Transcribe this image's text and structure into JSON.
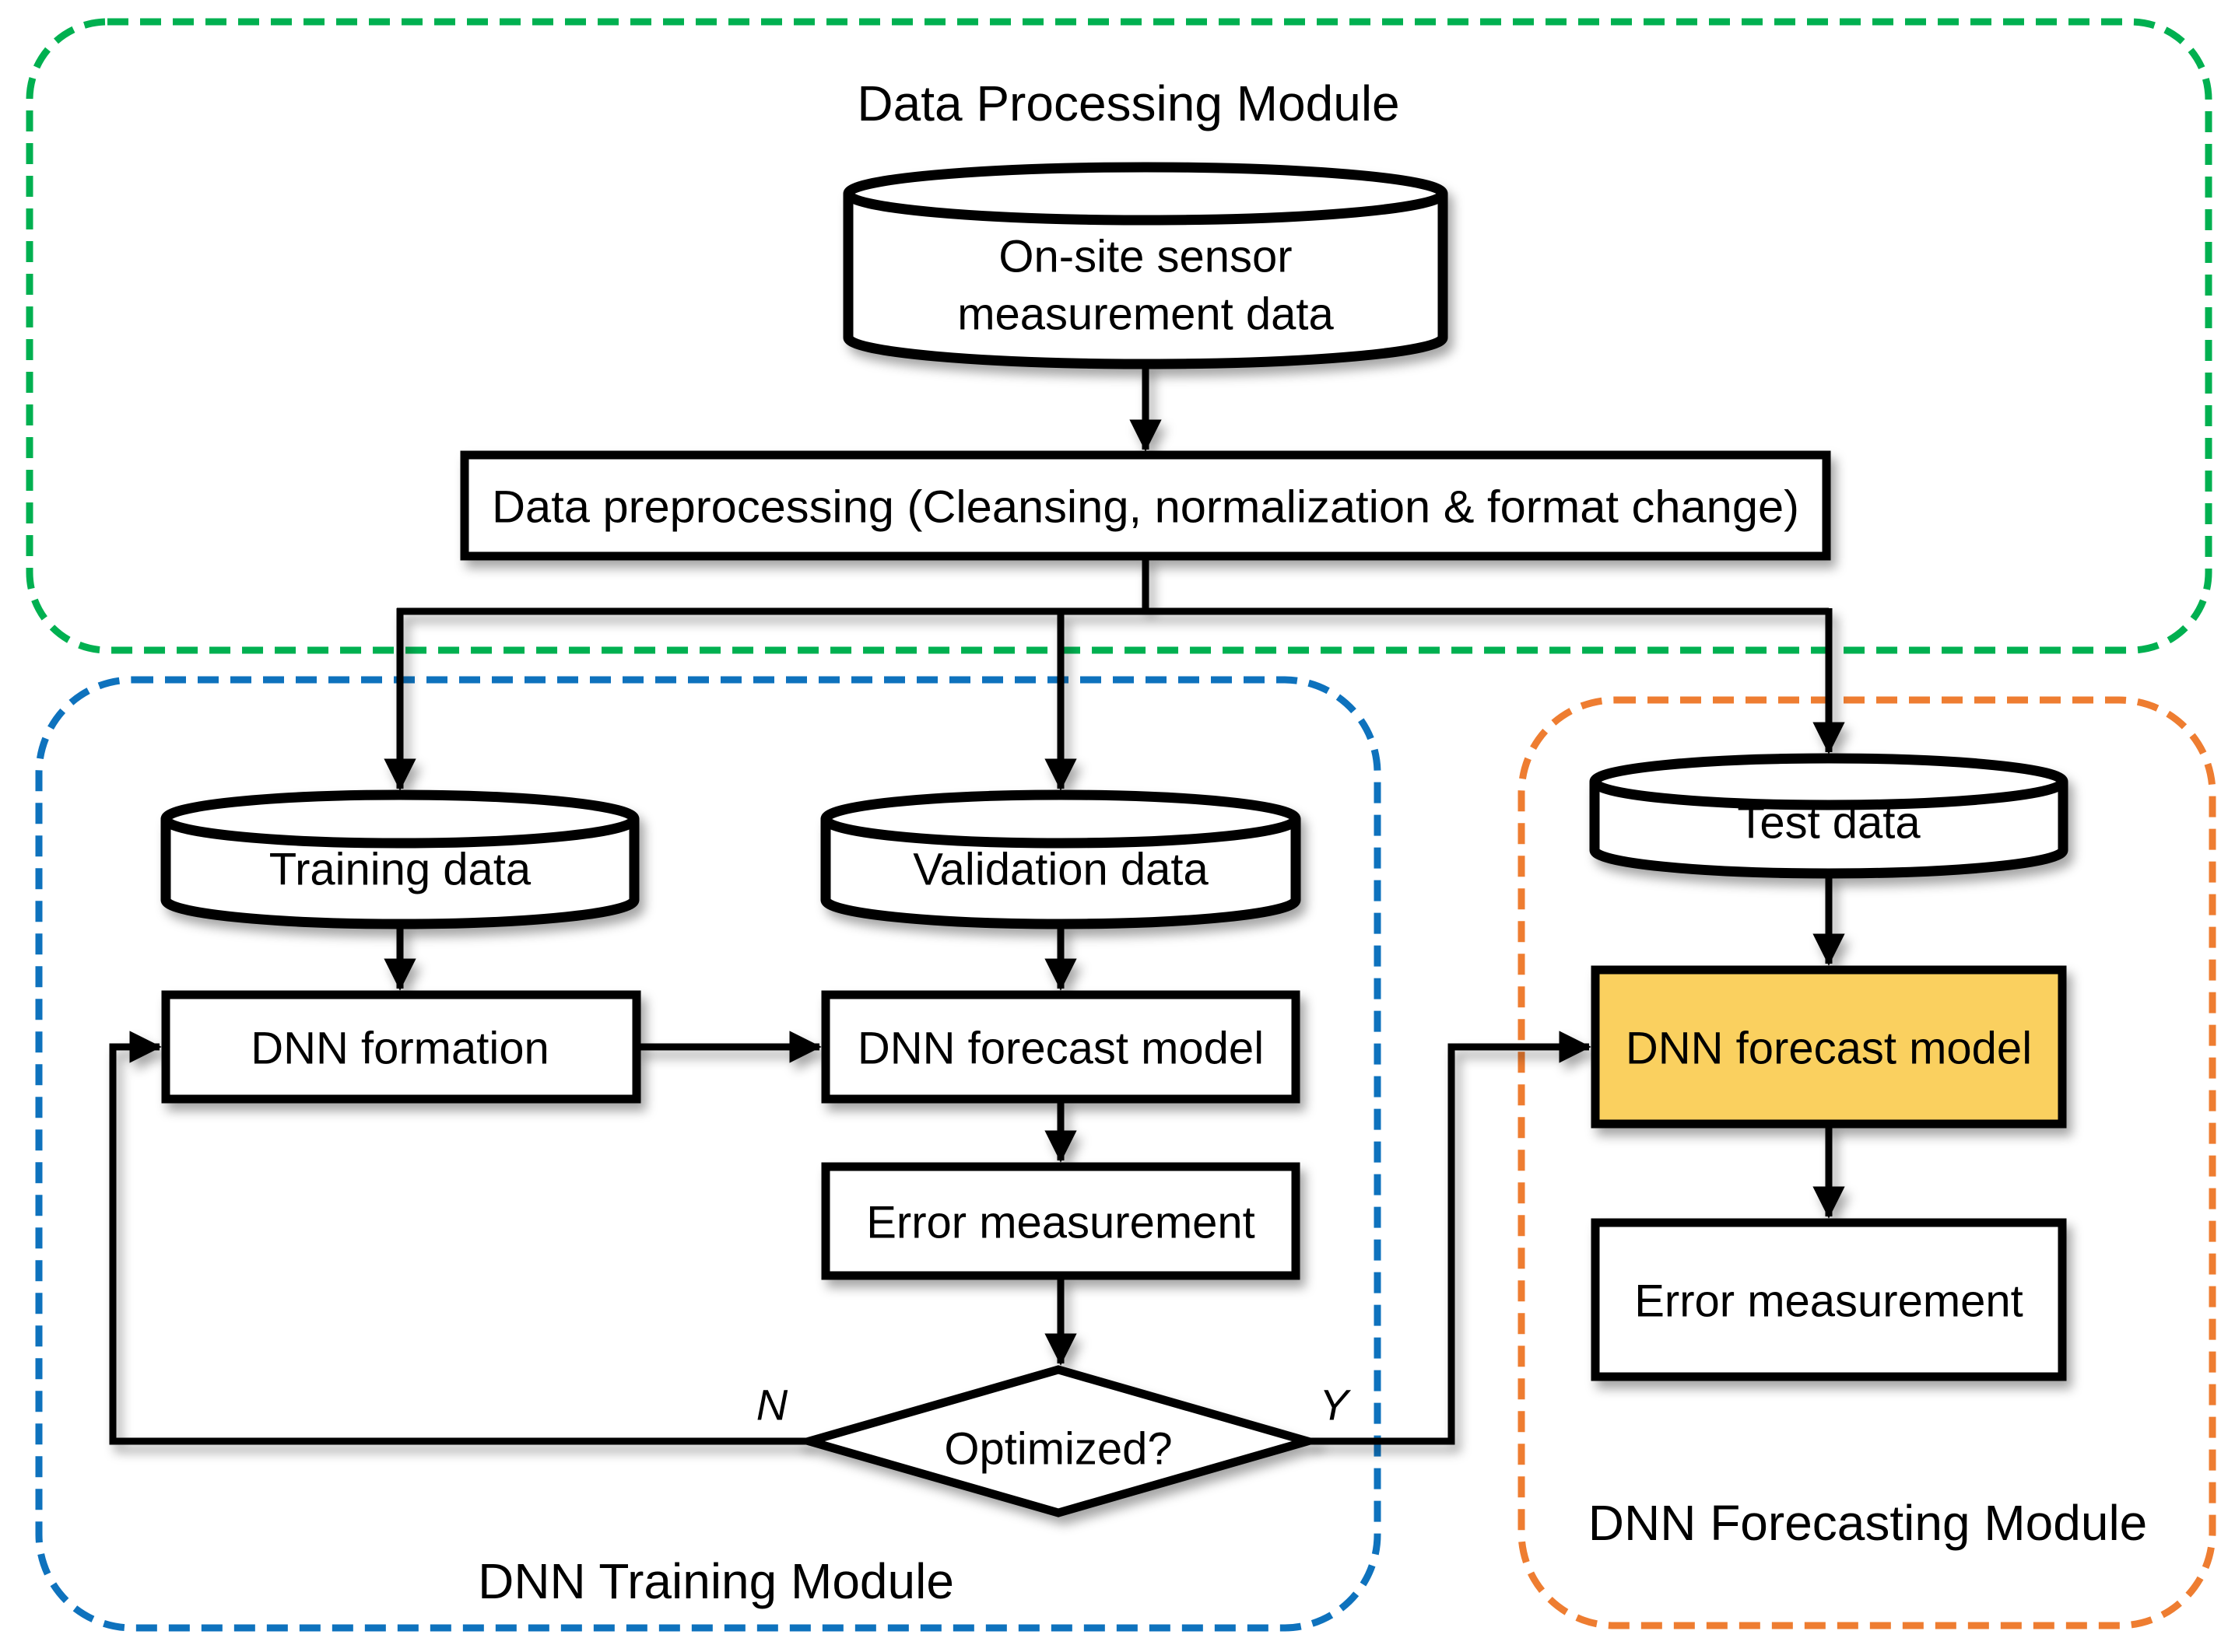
{
  "diagram_title": "DNN forecasting system flowchart",
  "modules": {
    "processing": {
      "title": "Data Processing Module"
    },
    "training": {
      "title": "DNN Training Module"
    },
    "forecasting": {
      "title": "DNN Forecasting Module"
    }
  },
  "nodes": {
    "sensor_data": {
      "line1": "On-site sensor",
      "line2": "measurement data",
      "shape": "cylinder"
    },
    "preprocessing": {
      "label": "Data preprocessing (Cleansing, normalization & format change)",
      "shape": "rectangle"
    },
    "training_data": {
      "label": "Training data",
      "shape": "cylinder"
    },
    "validation_data": {
      "label": "Validation data",
      "shape": "cylinder"
    },
    "test_data": {
      "label": "Test data",
      "shape": "cylinder"
    },
    "dnn_formation": {
      "label": "DNN formation",
      "shape": "rectangle"
    },
    "dnn_forecast_train": {
      "label": "DNN forecast model",
      "shape": "rectangle"
    },
    "error_train": {
      "label": "Error measurement",
      "shape": "rectangle"
    },
    "dnn_forecast_test": {
      "label": "DNN forecast model",
      "shape": "rectangle",
      "highlighted": true
    },
    "error_test": {
      "label": "Error measurement",
      "shape": "rectangle"
    },
    "decision": {
      "label": "Optimized?",
      "shape": "diamond",
      "branch_no": "N",
      "branch_yes": "Y"
    }
  },
  "colors": {
    "green_border": "#00B050",
    "blue_border": "#0E72BD",
    "orange_border": "#EE7D31",
    "highlight_fill": "#FAD05E",
    "line": "#000000"
  }
}
